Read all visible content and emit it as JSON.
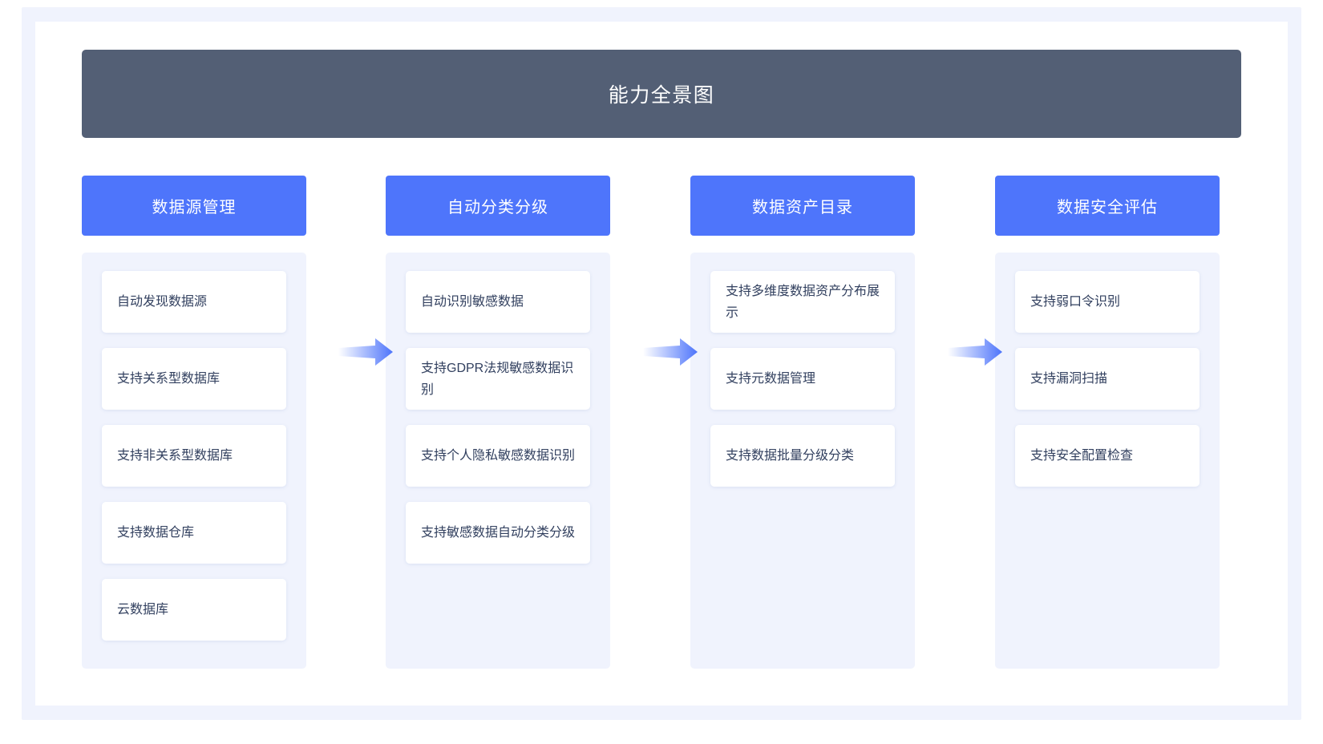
{
  "title": "能力全景图",
  "theme": {
    "header_blue": "#4e75fb",
    "banner_slate": "#535f75",
    "panel_bg": "#f0f3fd",
    "card_text": "#32405f",
    "arrow_blue": "#4e75fb"
  },
  "columns": [
    {
      "header": "数据源管理",
      "items": [
        "自动发现数据源",
        "支持关系型数据库",
        "支持非关系型数据库",
        "支持数据仓库",
        "云数据库"
      ]
    },
    {
      "header": "自动分类分级",
      "items": [
        "自动识别敏感数据",
        "支持GDPR法规敏感数据识别",
        "支持个人隐私敏感数据识别",
        "支持敏感数据自动分类分级"
      ]
    },
    {
      "header": "数据资产目录",
      "items": [
        "支持多维度数据资产分布展示",
        "支持元数据管理",
        "支持数据批量分级分类"
      ]
    },
    {
      "header": "数据安全评估",
      "items": [
        "支持弱口令识别",
        "支持漏洞扫描",
        "支持安全配置检查"
      ]
    }
  ],
  "arrows": [
    {
      "name": "flow-arrow-1"
    },
    {
      "name": "flow-arrow-2"
    },
    {
      "name": "flow-arrow-3"
    }
  ]
}
